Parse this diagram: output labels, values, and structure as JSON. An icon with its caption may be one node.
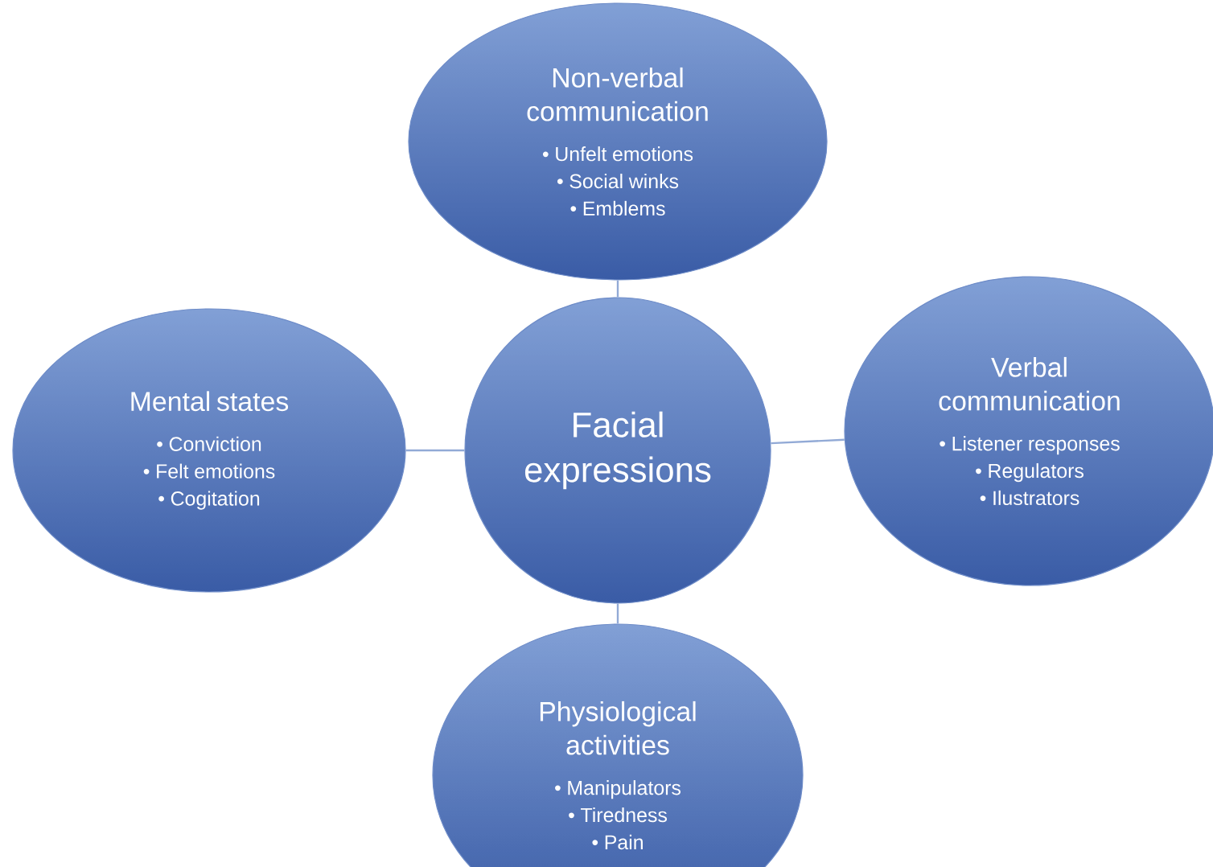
{
  "diagram": {
    "nodes": [
      {
        "text": [
          "Non-verbal communication",
          "• Unfelt emotions",
          "• Social winks",
          "• Emblems"
        ]
      },
      {
        "text": [
          "Mental states",
          "• Conviction",
          "• Felt emotions",
          "• Cogitation"
        ]
      },
      {
        "text": [
          "Facial expressions"
        ]
      },
      {
        "text": [
          "Verbal communication",
          "• Listener responses",
          "• Regulators",
          "• Ilustrators"
        ]
      },
      {
        "text": [
          "Physiological activities",
          "• Manipulators",
          "• Tiredness",
          "• Pain"
        ]
      }
    ],
    "edges": [
      {
        "from": 2,
        "to": 0,
        "arrow": "none"
      },
      {
        "from": 2,
        "to": 1,
        "arrow": "none"
      },
      {
        "from": 2,
        "to": 3,
        "arrow": "none"
      },
      {
        "from": 2,
        "to": 4,
        "arrow": "none"
      }
    ]
  }
}
